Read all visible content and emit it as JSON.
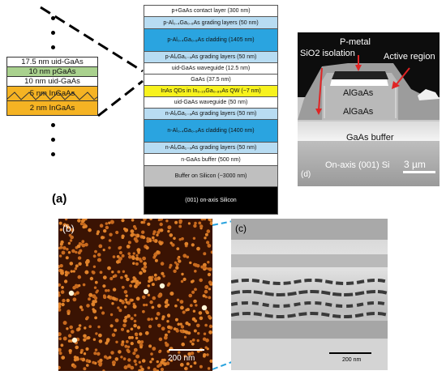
{
  "zoom_stack": [
    {
      "text": "17.5 nm uid-GaAs",
      "color": "#ffffff"
    },
    {
      "text": "10 nm pGaAs",
      "color": "#a9d18e"
    },
    {
      "text": "10 nm uid-GaAs",
      "color": "#ffffff"
    },
    {
      "text": "5 nm InGaAs",
      "color": "#f5b323"
    },
    {
      "text": "2 nm InGaAs",
      "color": "#f5b323"
    }
  ],
  "layers": [
    {
      "text": "p+GaAs contact layer (300 nm)",
      "color": "#ffffff"
    },
    {
      "text": "p-Al₀.₄Ga₀.₆As grading layers (50 nm)",
      "color": "#b8dcf2"
    },
    {
      "text": "p-Al₀.₄Ga₀.₆As cladding (1405 nm)",
      "color": "#2aa4e0"
    },
    {
      "text": "p-AlₓGa₁₋ₓAs grading layers (50 nm)",
      "color": "#b8dcf2"
    },
    {
      "text": "uid-GaAs waveguide (12.5 nm)",
      "color": "#ffffff"
    },
    {
      "text": "GaAs (37.5 nm)",
      "color": "#ffffff"
    },
    {
      "text": "InAs QDs in In₀.₁₅Ga₀.₈₅As QW (~7 nm)",
      "color": "#f7f21e"
    },
    {
      "text": "uid-GaAs waveguide (50 nm)",
      "color": "#ffffff"
    },
    {
      "text": "n-AlₓGa₁₋ₓAs grading layers (50 nm)",
      "color": "#b8dcf2"
    },
    {
      "text": "n-Al₀.₄Ga₀.₆As cladding (1400 nm)",
      "color": "#2aa4e0"
    },
    {
      "text": "n-AlₓGa₁₋ₓAs grading layers (50 nm)",
      "color": "#b8dcf2"
    },
    {
      "text": "n-GaAs buffer (500 nm)",
      "color": "#ffffff"
    },
    {
      "text": "Buffer on Silicon (~3000 nm)",
      "color": "#bfbfbf"
    },
    {
      "text": "(001) on-axis Silicon",
      "color": "#000000"
    }
  ],
  "labels": {
    "a": "(a)",
    "b": "(b)",
    "c": "(c)",
    "d": "(d)"
  },
  "sem": {
    "sio2": "SiO2 isolation",
    "pmetal": "P-metal",
    "active": "Active region",
    "algaas1": "AlGaAs",
    "algaas2": "AlGaAs",
    "buffer": "GaAs buffer",
    "substrate": "On-axis (001) Si",
    "scale": "3 µm"
  },
  "afm": {
    "scale": "200 nm"
  },
  "tem": {
    "scale": "200 nm"
  }
}
